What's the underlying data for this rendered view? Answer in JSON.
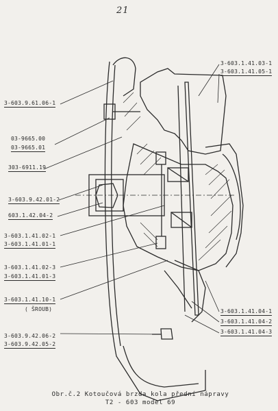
{
  "page_number": "21",
  "labels_left": [
    "3-603.9.61.06-1",
    "03-9665.00",
    "03-9665.01",
    "303-6911.19",
    "3-603.9.42.01-2",
    "603.1.42.04-2",
    "3-603.1.41.02-1",
    "3-603.1.41.01-1",
    "3-603.1.41.02-3",
    "3-603.1.41.01-3",
    "3-603.1.41.10-1",
    "( ŠROUB)",
    "3-603.9.42.06-2",
    "3-603.9.42.05-2"
  ],
  "labels_right": [
    "3-603.1.41.03-1",
    "3-603.1.41.05-1",
    "3-603.1.41.04-1",
    "3-603.1.41.04-2",
    "3-603.1.41.04-3"
  ],
  "caption": {
    "line1": "Obr.č.2 Kotoučová brzda kola přední nápravy",
    "line2": "T2 - 603 model 69"
  }
}
